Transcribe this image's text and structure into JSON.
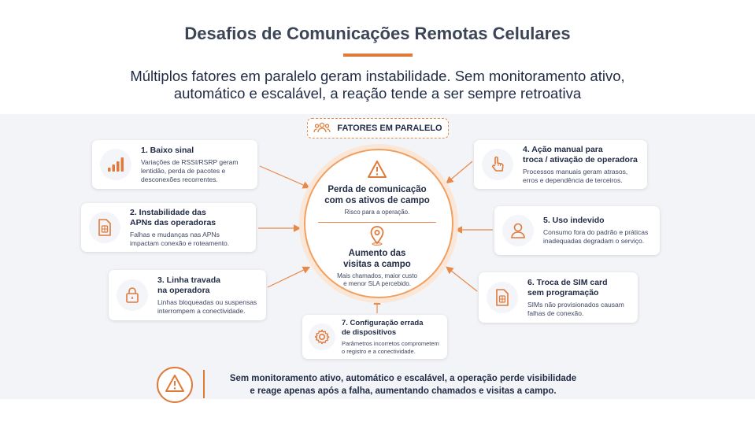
{
  "slide": {
    "title": "Desafios de Comunicações Remotas Celulares",
    "subtitle_line1": "Múltiplos fatores em paralelo geram instabilidade. Sem monitoramento ativo,",
    "subtitle_line2": "automático e escalável, a reação tende a ser sempre retroativa",
    "accent_color": "#e07a3a"
  },
  "badge": {
    "label": "FATORES EM PARALELO",
    "icon": "group-icon"
  },
  "center": {
    "top_title_line1": "Perda de comunicação",
    "top_title_line2": "com os ativos de campo",
    "top_desc": "Risco para a operação.",
    "top_icon": "warning-icon",
    "bottom_title_line1": "Aumento das",
    "bottom_title_line2": "visitas a campo",
    "bottom_desc_line1": "Mais chamados, maior custo",
    "bottom_desc_line2": "e menor SLA percebido.",
    "bottom_icon": "location-pin-icon"
  },
  "factors": [
    {
      "title_line1": "1. Baixo sinal",
      "title_line2": "",
      "desc_line1": "Variações de RSSI/RSRP geram",
      "desc_line2": "lentidão, perda de pacotes e",
      "desc_line3": "desconexões recorrentes.",
      "icon": "signal-bars-icon"
    },
    {
      "title_line1": "2. Instabilidade das",
      "title_line2": "APNs das operadoras",
      "desc_line1": "Falhas e mudanças nas APNs",
      "desc_line2": "impactam conexão e roteamento.",
      "desc_line3": "",
      "icon": "sim-card-icon"
    },
    {
      "title_line1": "3. Linha travada",
      "title_line2": "na operadora",
      "desc_line1": "Linhas bloqueadas ou suspensas",
      "desc_line2": "interrompem a conectividade.",
      "desc_line3": "",
      "icon": "padlock-icon"
    },
    {
      "title_line1": "4. Ação manual para",
      "title_line2": "troca / ativação de operadora",
      "desc_line1": "Processos manuais geram atrasos,",
      "desc_line2": "erros e dependência de terceiros.",
      "desc_line3": "",
      "icon": "hand-pointer-icon"
    },
    {
      "title_line1": "5. Uso indevido",
      "title_line2": "",
      "desc_line1": "Consumo fora do padrão e práticas",
      "desc_line2": "inadequadas degradam o serviço.",
      "desc_line3": "",
      "icon": "user-icon"
    },
    {
      "title_line1": "6. Troca de SIM card",
      "title_line2": "sem programação",
      "desc_line1": "SIMs não provisionados causam",
      "desc_line2": "falhas de conexão.",
      "desc_line3": "",
      "icon": "sim-card-icon"
    },
    {
      "title_line1": "7. Configuração errada",
      "title_line2": "de dispositivos",
      "desc_line1": "Parâmetros incorretos comprometem",
      "desc_line2": "o registro e a conectividade.",
      "desc_line3": "",
      "icon": "gear-icon"
    }
  ],
  "footer": {
    "line1": "Sem monitoramento ativo, automático e escalável, a operação perde visibilidade",
    "line2": "e reage apenas após a falha, aumentando chamados e visitas a campo.",
    "icon": "warning-icon"
  }
}
